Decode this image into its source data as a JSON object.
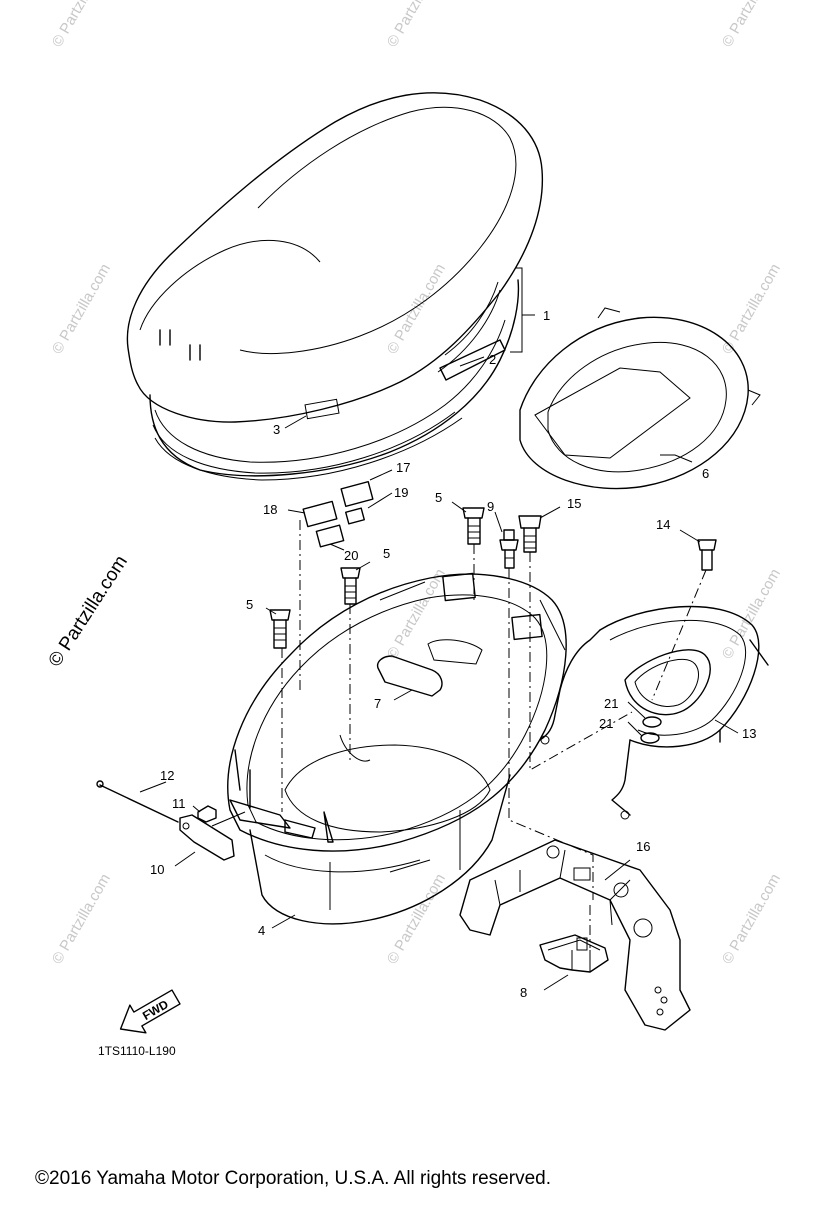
{
  "watermark": {
    "text": "© Partzilla.com",
    "side_text": "© Partzilla.com"
  },
  "diagram_code": "1TS1110-L190",
  "fwd_label": "FWD",
  "copyright": "©2016  Yamaha Motor Corporation, U.S.A. All rights reserved.",
  "callouts": {
    "c1": "1",
    "c2": "2",
    "c3": "3",
    "c4": "4",
    "c5a": "5",
    "c5b": "5",
    "c5c": "5",
    "c6": "6",
    "c7": "7",
    "c8": "8",
    "c9": "9",
    "c10": "10",
    "c11": "11",
    "c12": "12",
    "c13": "13",
    "c14": "14",
    "c15": "15",
    "c16": "16",
    "c17": "17",
    "c18": "18",
    "c19": "19",
    "c20": "20",
    "c21a": "21",
    "c21b": "21"
  }
}
